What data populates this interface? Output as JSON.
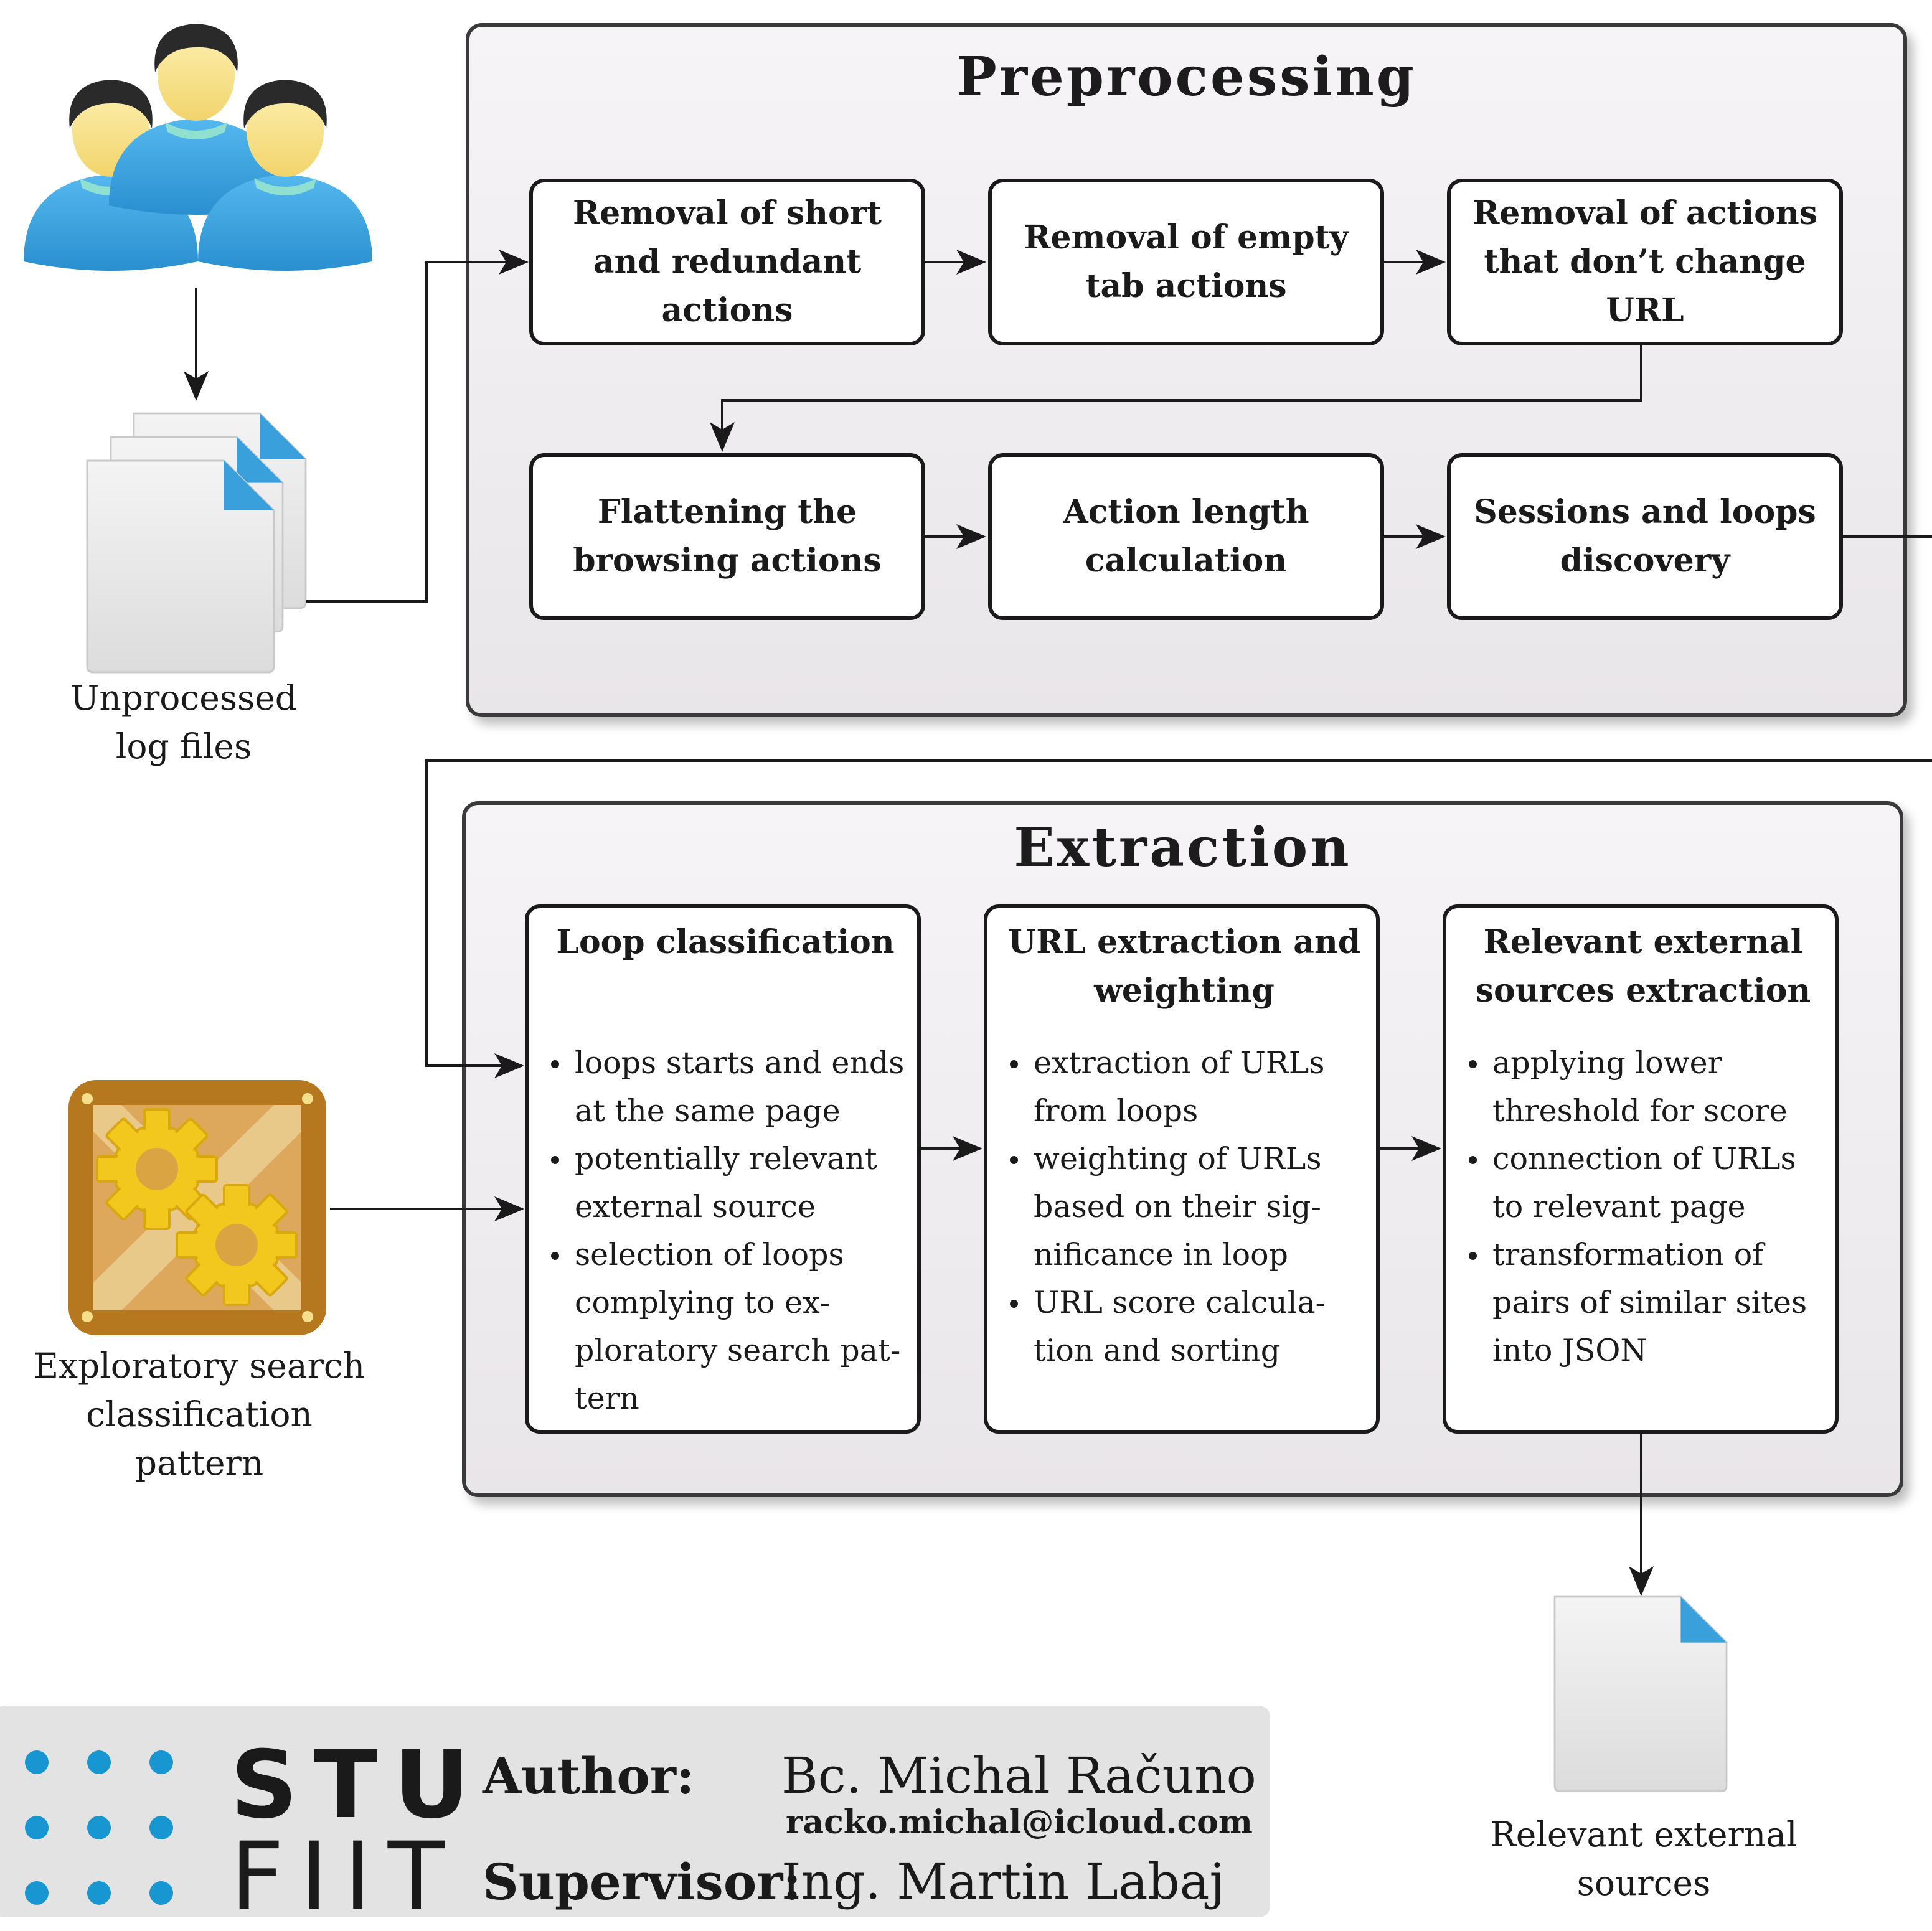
{
  "preprocessing": {
    "title": "Preprocessing",
    "steps": [
      "Removal of short and redundant actions",
      "Removal of empty tab actions",
      "Removal of actions that don’t change URL",
      "Flattening the browsing actions",
      "Action length calculation",
      "Sessions and loops discovery"
    ]
  },
  "extraction": {
    "title": "Extraction",
    "boxes": [
      {
        "title": "Loop classification",
        "items": [
          "loops starts and ends at the same page",
          "potentially relevant external source",
          "selection of loops complying to ex­ploratory search pat­tern"
        ]
      },
      {
        "title": "URL extraction and weighting",
        "items": [
          "extraction of URLs from loops",
          "weighting of URLs based on their sig­nificance in loop",
          "URL score calcula­tion and sorting"
        ]
      },
      {
        "title": "Relevant external sources extraction",
        "items": [
          "applying lower threshold for score",
          "connection of URLs to relevant page",
          "transformation of pairs of similar sites into JSON"
        ]
      }
    ]
  },
  "inputs": {
    "logs_caption": "Unprocessed log files",
    "pattern_caption": "Exploratory search classification pattern"
  },
  "outputs": {
    "sources_caption": "Relevant external sources"
  },
  "icons": {
    "users": "users-group-icon",
    "logs": "documents-stack-icon",
    "pattern": "gears-box-icon",
    "output": "document-icon"
  },
  "footer": {
    "logo_line1": "STU",
    "logo_line2": "FIIT",
    "author_label": "Author:",
    "author_name": "Bc. Michal Računo",
    "author_email": "racko.michal@icloud.com",
    "supervisor_label": "Supervisor:",
    "supervisor_name": "Ing. Martin Labaj"
  },
  "colors": {
    "accent_blue": "#1796d1",
    "stage_fill": "#eeebee",
    "stage_border": "#3a3a3a",
    "gear_yellow": "#f2c81e",
    "box_wood": "#b5781f"
  }
}
